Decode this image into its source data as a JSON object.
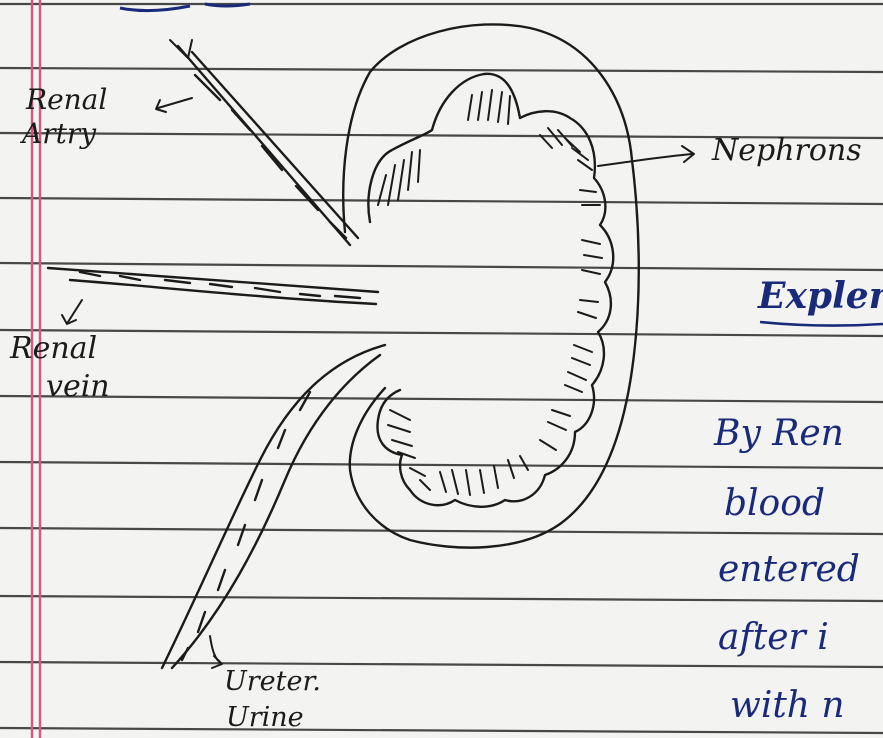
{
  "labels": {
    "renal_artery": [
      "Renal",
      "Artry"
    ],
    "renal_vein": [
      "Renal",
      "vein"
    ],
    "ureter": [
      "Ureter.",
      "Urine"
    ],
    "nephrons": "Nephrons"
  },
  "text_column": {
    "heading": "Explen",
    "lines": [
      "By  Ren",
      "blood",
      "entered",
      "after  i",
      "with  n"
    ]
  },
  "colors": {
    "paper": "#f3f3f1",
    "rule_line": "#2b2b2b",
    "margin_line": "#d4577f",
    "pencil": "#1b1b1b",
    "ink_blue": "#1a2a7a"
  }
}
